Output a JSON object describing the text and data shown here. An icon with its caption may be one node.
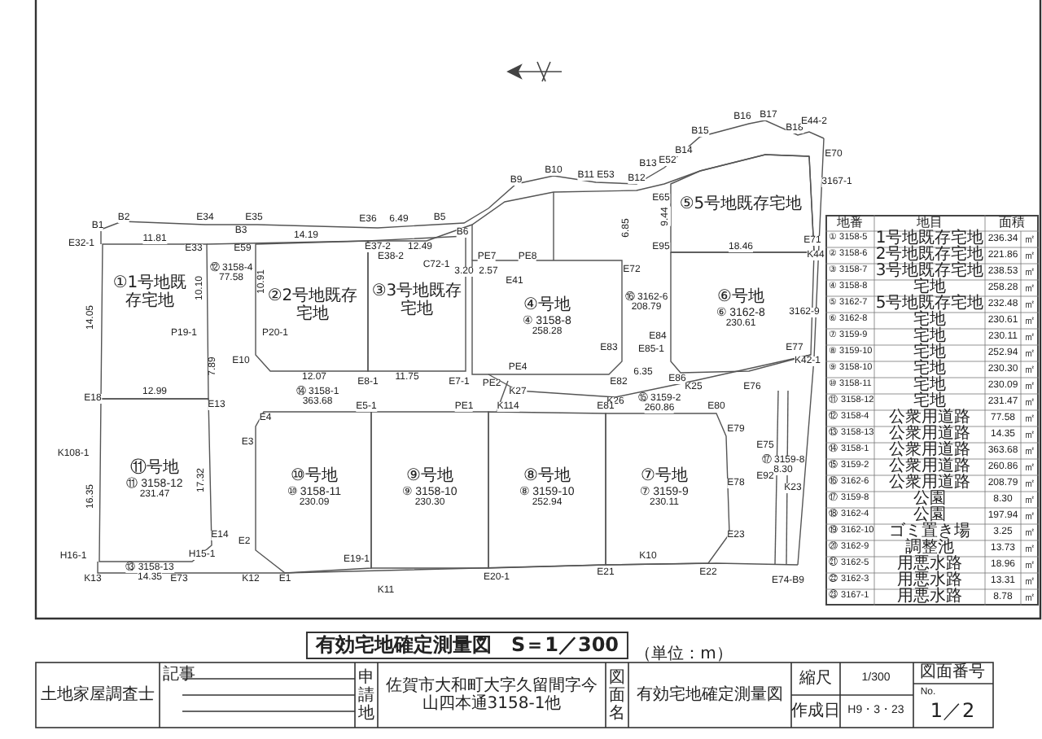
{
  "diagram": {
    "title": "有効宅地確定測量図　S＝1／300",
    "nodes": [
      {
        "text": [
          "①1号地既存宅地"
        ]
      },
      {
        "text": [
          "②2号地既存宅地"
        ]
      },
      {
        "text": [
          "③3号地既存宅地"
        ]
      },
      {
        "text": [
          "④号地",
          "④ 3158-8",
          "258.28"
        ]
      },
      {
        "text": [
          "⑤5号地既存宅地"
        ]
      },
      {
        "text": [
          "⑥号地",
          "⑥ 3162-8",
          "230.61"
        ]
      },
      {
        "text": [
          "⑪号地",
          "⑪ 3158-12",
          "231.47"
        ]
      },
      {
        "text": [
          "⑩号地",
          "⑩ 3158-11",
          "230.09"
        ]
      },
      {
        "text": [
          "⑨号地",
          "⑨ 3158-10",
          "230.30"
        ]
      },
      {
        "text": [
          "⑧号地",
          "⑧ 3159-10",
          "252.94"
        ]
      },
      {
        "text": [
          "⑦号地",
          "⑦ 3159-9",
          "230.11"
        ]
      }
    ],
    "labels": [
      "B1",
      "B2",
      "E34",
      "E35",
      "E32-1",
      "11.81",
      "E33",
      "B3",
      "E59",
      "14.19",
      "E36",
      "6.49",
      "B5",
      "B6",
      "E37-2",
      "12.49",
      "E38-2",
      "B9",
      "B10",
      "B11 E53",
      "B12",
      "B13",
      "E52",
      "B14",
      "B15",
      "B16",
      "B17",
      "B18",
      "E44-2",
      "E70",
      "3167-1",
      "E65",
      "9.44",
      "6.85",
      "C72-1",
      "PE7",
      "PE8",
      "3.20",
      "2.57",
      "E41",
      "E72",
      "E95",
      "18.46",
      "E71",
      "K44",
      "3162-9",
      "E77",
      "K42-1",
      "10.10",
      "10.91",
      "14.05",
      "P19-1",
      "P20-1",
      "E10",
      "7.89",
      "12.07",
      "11.75",
      "E8-1",
      "E7-1",
      "PE2",
      "PE4",
      "E83",
      "E82",
      "E84",
      "E85-1",
      "E86",
      "6.35",
      "K25",
      "K26",
      "K27",
      "K114",
      "E18",
      "12.99",
      "E13",
      "E4",
      "E5-1",
      "PE1",
      "E81",
      "E80",
      "E79",
      "E3",
      "K108-1",
      "17.32",
      "16.35",
      "E78",
      "E14",
      "E2",
      "E23",
      "H16-1",
      "H15-1",
      "K10",
      "E19-1",
      "K11",
      "K13",
      "E73",
      "K12",
      "E1",
      "E20-1",
      "E21",
      "E22",
      "E76",
      "E75",
      "⑰ 3159-8",
      "8.30",
      "E92",
      "K23",
      "E74-B9",
      "⑭ 3158-1",
      "363.68",
      "⑮ 3159-2",
      "260.86",
      "⑯ 3162-6",
      "208.79",
      "⑬ 3158-13",
      "14.35",
      "⑫ 3158-4",
      "77.58",
      "地番",
      "地目",
      "面積",
      "① 3158-5",
      "1号地既存宅地",
      "236.34",
      "㎡",
      "② 3158-6",
      "2号地既存宅地",
      "221.86",
      "㎡",
      "③ 3158-7",
      "3号地既存宅地",
      "238.53",
      "㎡",
      "④ 3158-8",
      "宅地",
      "258.28",
      "㎡",
      "⑤ 3162-7",
      "5号地既存宅地",
      "232.48",
      "㎡",
      "⑥ 3162-8",
      "宅地",
      "230.61",
      "㎡",
      "⑦ 3159-9",
      "宅地",
      "230.11",
      "㎡",
      "⑧ 3159-10",
      "宅地",
      "252.94",
      "㎡",
      "⑨ 3158-10",
      "宅地",
      "230.30",
      "㎡",
      "⑩ 3158-11",
      "宅地",
      "230.09",
      "㎡",
      "⑪ 3158-12",
      "宅地",
      "231.47",
      "㎡",
      "⑫ 3158-4",
      "公衆用道路",
      "77.58",
      "㎡",
      "⑬ 3158-13",
      "公衆用道路",
      "14.35",
      "㎡",
      "⑭ 3158-1",
      "公衆用道路",
      "363.68",
      "㎡",
      "⑮ 3159-2",
      "公衆用道路",
      "260.86",
      "㎡",
      "⑯ 3162-6",
      "公衆用道路",
      "208.79",
      "㎡",
      "⑰ 3159-8",
      "公園",
      "8.30",
      "㎡",
      "⑱ 3162-4",
      "公園",
      "197.94",
      "㎡",
      "⑲ 3162-10",
      "ゴミ置き場",
      "3.25",
      "㎡",
      "⑳ 3162-9",
      "調整池",
      "13.73",
      "㎡",
      "㉑ 3162-5",
      "用悪水路",
      "18.96",
      "㎡",
      "㉒ 3162-3",
      "用悪水路",
      "13.31",
      "㎡",
      "㉓ 3167-1",
      "用悪水路",
      "8.78",
      "㎡",
      "（単位：m）",
      "土地家屋調査士",
      "記事",
      "申請地",
      "佐賀市大和町大字久留間字今山四本通3158-1他",
      "図面名",
      "有効宅地確定測量図",
      "縮尺",
      "1/300",
      "作成日",
      "H9・3・23",
      "図面番号",
      "No.",
      "1／2"
    ]
  }
}
